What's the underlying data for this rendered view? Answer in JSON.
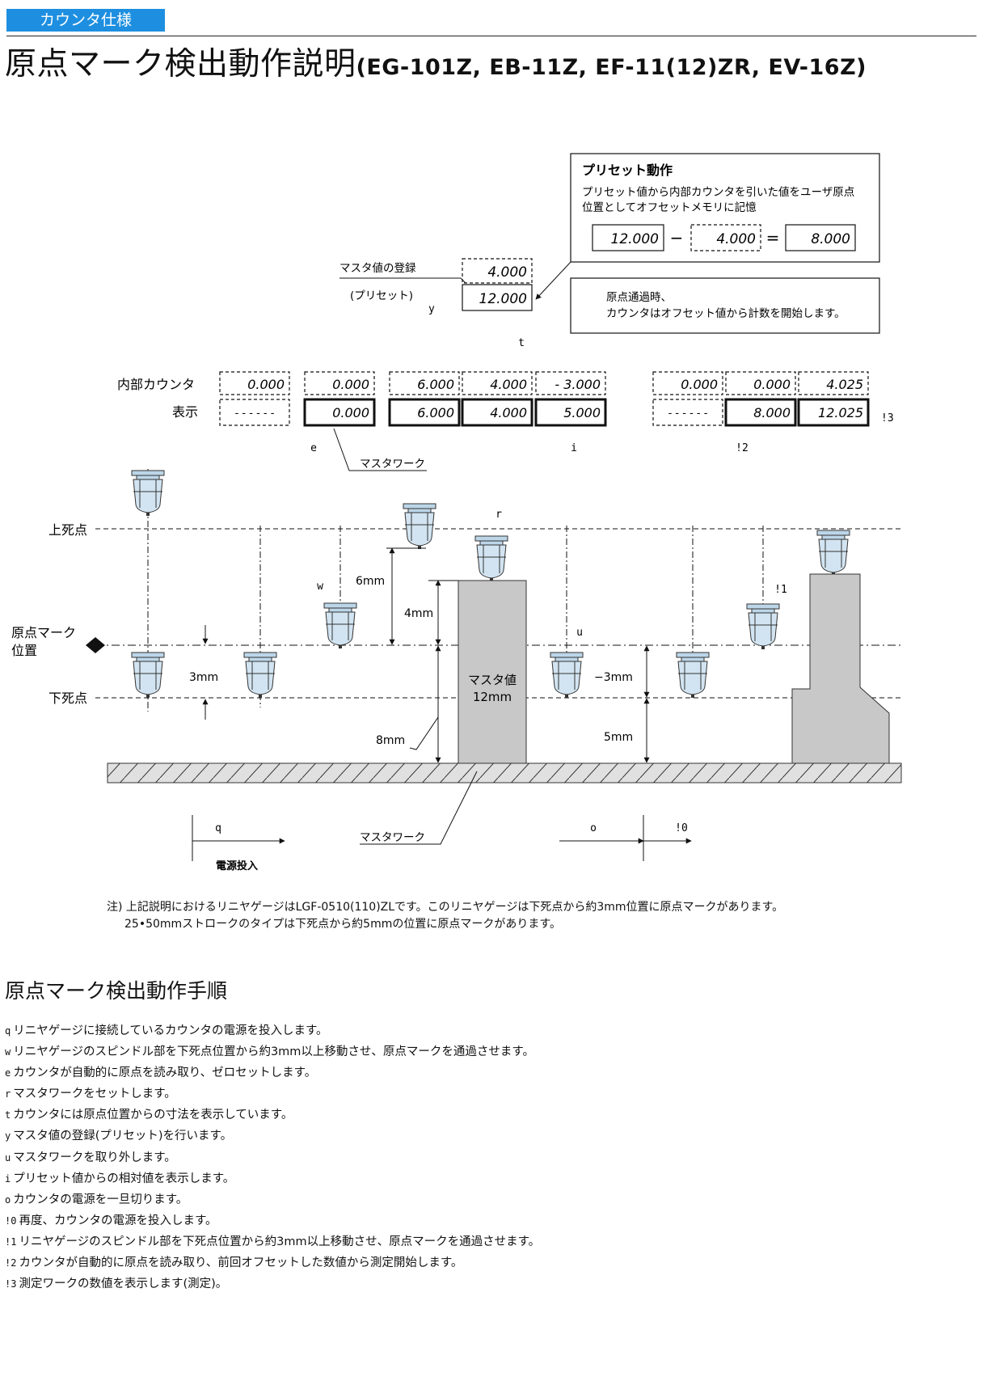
{
  "header": {
    "tag": "カウンタ仕様",
    "title_main": "原点マーク検出動作説明",
    "title_models": "(EG-101Z, EB-11Z, EF-11(12)ZR, EV-16Z)"
  },
  "diagram": {
    "preset_box": {
      "title": "プリセット動作",
      "desc1": "プリセット値から内部カウンタを引いた値をユーザ原点",
      "desc2": "位置としてオフセットメモリに記憶",
      "v1": "12.000",
      "minus": "−",
      "v2": "4.000",
      "eq": "=",
      "v3": "8.000"
    },
    "origin_note1": "原点通過時、",
    "origin_note2": "カウンタはオフセット値から計数を開始します。",
    "master_reg": "マスタ値の登録",
    "preset_paren": "(プリセット)",
    "y_counter": "4.000",
    "y_display": "12.000",
    "row_counter": "内部カウンタ",
    "row_display": "表示",
    "internal": [
      "0.000",
      "0.000",
      "6.000",
      "4.000",
      "- 3.000",
      "0.000",
      "0.000",
      "4.025"
    ],
    "display": [
      "- - - - - -",
      "0.000",
      "6.000",
      "4.000",
      "5.000",
      "- - - - - -",
      "8.000",
      "12.025"
    ],
    "marks": {
      "q": "q",
      "w": "w",
      "e": "e",
      "r": "r",
      "t": "t",
      "y": "y",
      "u": "u",
      "i": "i",
      "o": "o",
      "m10": "!0",
      "m11": "!1",
      "m12": "!2",
      "m13": "!3"
    },
    "master_work": "マスタワーク",
    "tdc": "上死点",
    "origin_pos1": "原点マーク",
    "origin_pos2": "位置",
    "bdc": "下死点",
    "d3": "3mm",
    "d6": "6mm",
    "d4": "4mm",
    "d8": "8mm",
    "dm3": "−3mm",
    "d5": "5mm",
    "master_val1": "マスタ値",
    "master_val2": "12mm",
    "power_on": "電源投入"
  },
  "note": {
    "l1": "注) 上記説明におけるリニヤゲージはLGF-0510(110)ZLです。このリニヤゲージは下死点から約3mm位置に原点マークがあります。",
    "l2": "25•50mmストロークのタイプは下死点から約5mmの位置に原点マークがあります。"
  },
  "procedure": {
    "title": "原点マーク検出動作手順",
    "steps": [
      {
        "m": "q",
        "t": "リニヤゲージに接続しているカウンタの電源を投入します。"
      },
      {
        "m": "w",
        "t": "リニヤゲージのスピンドル部を下死点位置から約3mm以上移動させ、原点マークを通過させます。"
      },
      {
        "m": "e",
        "t": "カウンタが自動的に原点を読み取り、ゼロセットします。"
      },
      {
        "m": "r",
        "t": "マスタワークをセットします。"
      },
      {
        "m": "t",
        "t": "カウンタには原点位置からの寸法を表示しています。"
      },
      {
        "m": "y",
        "t": "マスタ値の登録(プリセット)を行います。"
      },
      {
        "m": "u",
        "t": "マスタワークを取り外します。"
      },
      {
        "m": "i",
        "t": "プリセット値からの相対値を表示します。"
      },
      {
        "m": "o",
        "t": "カウンタの電源を一旦切ります。"
      },
      {
        "m": "!0",
        "t": "再度、カウンタの電源を投入します。"
      },
      {
        "m": "!1",
        "t": "リニヤゲージのスピンドル部を下死点位置から約3mm以上移動させ、原点マークを通過させます。"
      },
      {
        "m": "!2",
        "t": "カウンタが自動的に原点を読み取り、前回オフセットした数値から測定開始します。"
      },
      {
        "m": "!3",
        "t": "測定ワークの数値を表示します(測定)。"
      }
    ]
  }
}
